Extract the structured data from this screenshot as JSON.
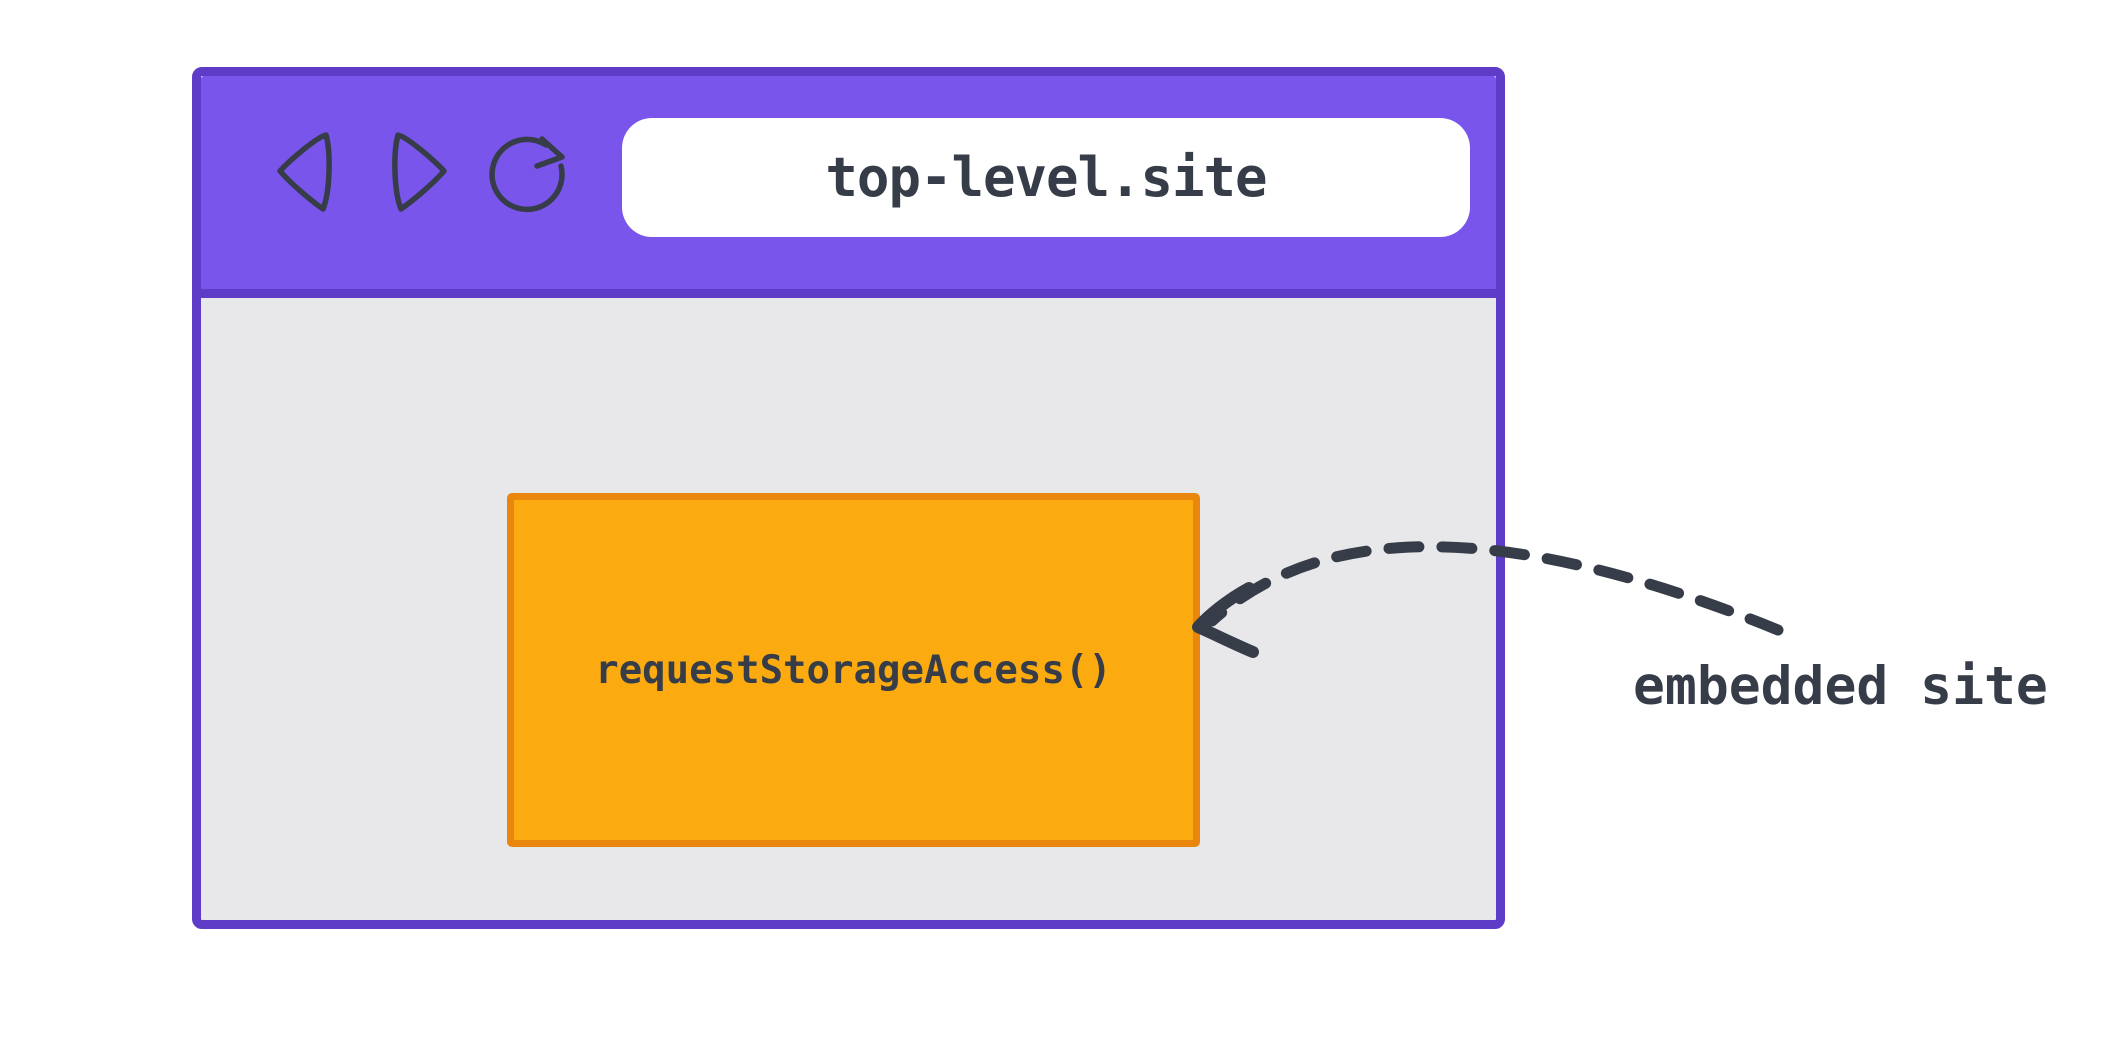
{
  "colors": {
    "canvas_bg": "#ffffff",
    "window_border": "#5f3cc8",
    "toolbar_bg": "#7a55ec",
    "content_bg": "#e8e8ea",
    "address_bar_bg": "#ffffff",
    "iframe_bg": "#fbab10",
    "iframe_border": "#e8860d",
    "ink": "#363d49"
  },
  "browser_window": {
    "toolbar": {
      "icons": [
        {
          "name": "back-icon"
        },
        {
          "name": "forward-icon"
        },
        {
          "name": "reload-icon"
        }
      ],
      "address_bar": {
        "value": "top-level.site"
      }
    },
    "content": {
      "iframe_label": "requestStorageAccess()"
    }
  },
  "annotation": {
    "label": "embedded site",
    "arrow": "dashed-curved-arrow-pointing-to-iframe"
  }
}
